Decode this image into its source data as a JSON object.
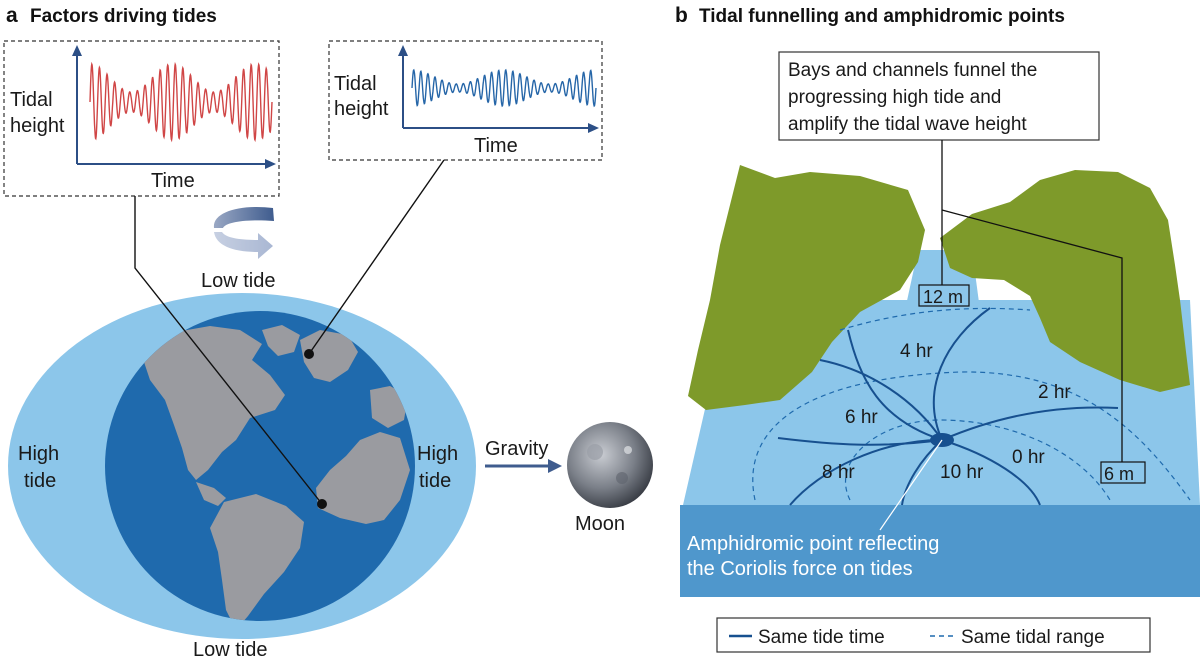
{
  "panel_a": {
    "letter": "a",
    "title": "Factors driving tides",
    "inset_left": {
      "ylabel_line1": "Tidal",
      "ylabel_line2": "height",
      "xlabel": "Time"
    },
    "inset_right": {
      "ylabel_line1": "Tidal",
      "ylabel_line2": "height",
      "xlabel": "Time"
    },
    "low_tide_top": "Low tide",
    "low_tide_bottom": "Low tide",
    "high_tide_left_line1": "High",
    "high_tide_left_line2": "tide",
    "high_tide_right_line1": "High",
    "high_tide_right_line2": "tide",
    "gravity": "Gravity",
    "moon": "Moon"
  },
  "panel_b": {
    "letter": "b",
    "title": "Tidal funnelling and amphidromic points",
    "callout_line1": "Bays and channels funnel the",
    "callout_line2": "progressing high tide and",
    "callout_line3": "amplify the tidal wave height",
    "height_label_12": "12 m",
    "height_label_6": "6 m",
    "hours": {
      "h4": "4 hr",
      "h2": "2 hr",
      "h6": "6 hr",
      "h0": "0 hr",
      "h8": "8 hr",
      "h10": "10 hr"
    },
    "amphidromic_line1": "Amphidromic point reflecting",
    "amphidromic_line2": "the Coriolis force on tides",
    "legend": {
      "solid": "Same tide time",
      "dashed": "Same tidal range"
    }
  },
  "colors": {
    "ocean_light": "#8cc6ea",
    "ocean_dark": "#1f6aad",
    "land_grey": "#9a9ba0",
    "land_green": "#7e9a2a",
    "water_front": "#4f97cc",
    "line_navy": "#17508f",
    "red_trace": "#d04646",
    "blue_trace": "#2666a8"
  }
}
